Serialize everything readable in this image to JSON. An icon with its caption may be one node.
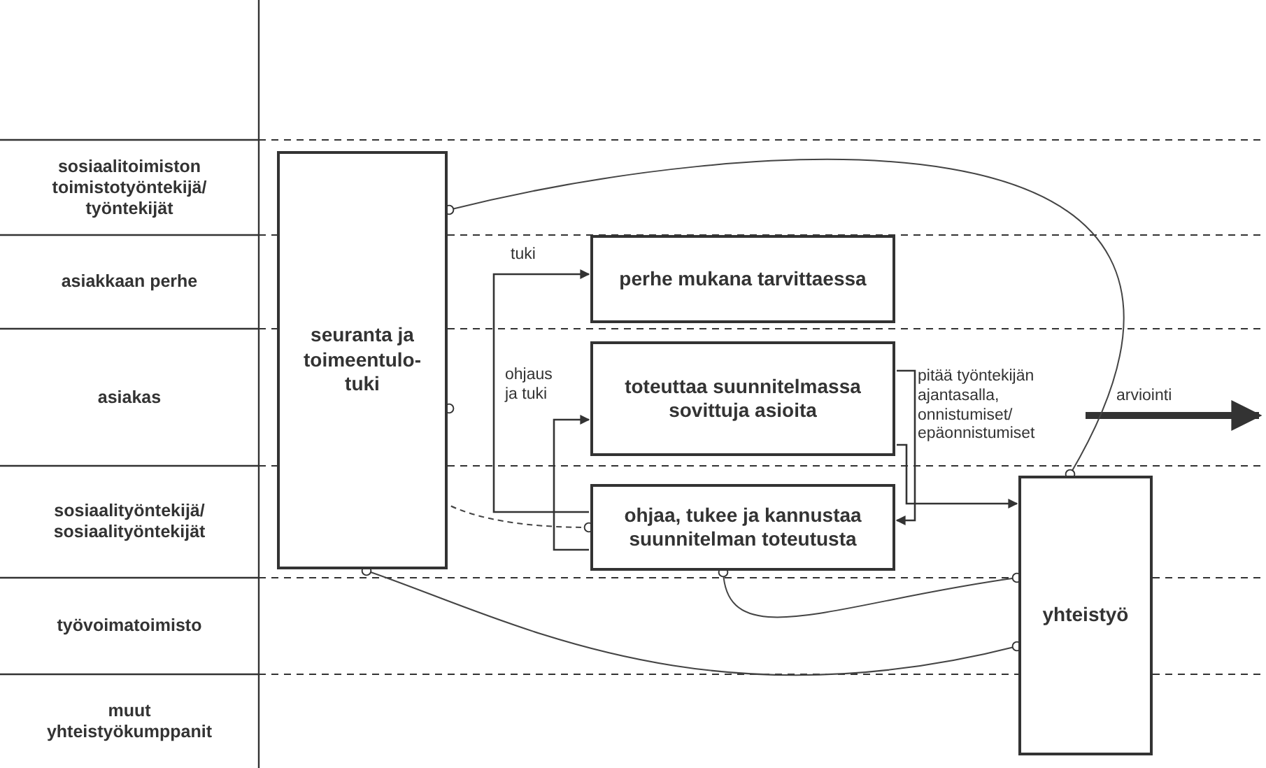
{
  "diagram": {
    "nodes": [
      {
        "text": [
          "seuranta ja toimeentulo- tuki"
        ]
      },
      {
        "text": [
          "perhe mukana tarvittaessa"
        ]
      },
      {
        "text": [
          "toteuttaa suunnitelmassa sovittuja asioita"
        ]
      },
      {
        "text": [
          "ohjaa, tukee ja kannustaa suunnitelman toteutusta"
        ]
      },
      {
        "text": [
          "yhteistyö"
        ]
      }
    ],
    "edges": [
      {
        "from": 3,
        "to": 1,
        "arrow": "to",
        "label": "tuki"
      },
      {
        "from": 3,
        "to": 2,
        "arrow": "to",
        "label": "ohjaus ja tuki"
      },
      {
        "from": 2,
        "to": 3,
        "arrow": "to"
      },
      {
        "from": 2,
        "to": 4,
        "arrow": "to",
        "label": "pitää työntekijän ajantasalla, onnistumiset/ epäonnistumiset"
      },
      {
        "from": 0,
        "to": 4,
        "arrow": "other"
      },
      {
        "from": 0,
        "to": 3,
        "arrow": "other",
        "style": "dashed"
      },
      {
        "from": 3,
        "to": 4,
        "arrow": "other"
      },
      {
        "from": 0,
        "to": 4,
        "arrow": "other"
      }
    ],
    "labels": [
      "sosiaalitoimiston toimistotyöntekijä/ työntekijät",
      "asiakkaan perhe",
      "asiakas",
      "sosiaalityöntekijä/ sosiaalityöntekijät",
      "työvoimatoimisto",
      "muut yhteistyökumppanit",
      "arviointi"
    ]
  }
}
